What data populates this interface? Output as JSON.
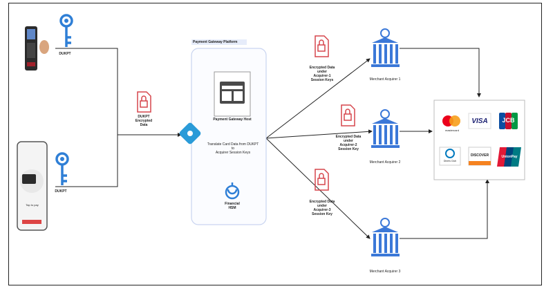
{
  "labels": {
    "dukpt_top": "DUKPT",
    "dukpt_bottom": "DUKPT",
    "dukpt_encrypted": "DUKPT\nEncrypted\nData",
    "platform_title": "Payment Gateway Platform",
    "gateway_host": "Payment Gateway Host",
    "translate": "Translate Card Data from DUKPT\nto\nAcquirer Session Keys",
    "hsm": "Financial\nHSM",
    "enc_acq1": "Encrypted Data\nunder\nAcquirer-1\nSession Keys",
    "enc_acq2": "Encrypted Data\nunder\nAcquirer-2\nSession Key",
    "enc_acq3": "Encrypted Data\nunder\nAcquirer-3\nSession Key",
    "acq1": "Merchant Acquirer 1",
    "acq2": "Merchant Acquirer 2",
    "acq3": "Merchant Acquirer 3",
    "phone_text": "Tap to pay",
    "card_mastercard": "mastercard",
    "card_visa": "VISA",
    "card_jcb": "JCB",
    "card_diners": "Diners Club",
    "card_discover": "DISCOVER",
    "card_unionpay": "UnionPay"
  },
  "colors": {
    "key_blue": "#2f7fd6",
    "bank_blue": "#3b78d8",
    "lock_red": "#d6454b",
    "platform_border": "#c9d4f0",
    "line": "#222222",
    "router_blue": "#2a9bd8",
    "mastercard_red": "#eb001b",
    "mastercard_orange": "#f79e1b",
    "visa_blue": "#1a1f71",
    "discover_orange": "#f58220"
  }
}
